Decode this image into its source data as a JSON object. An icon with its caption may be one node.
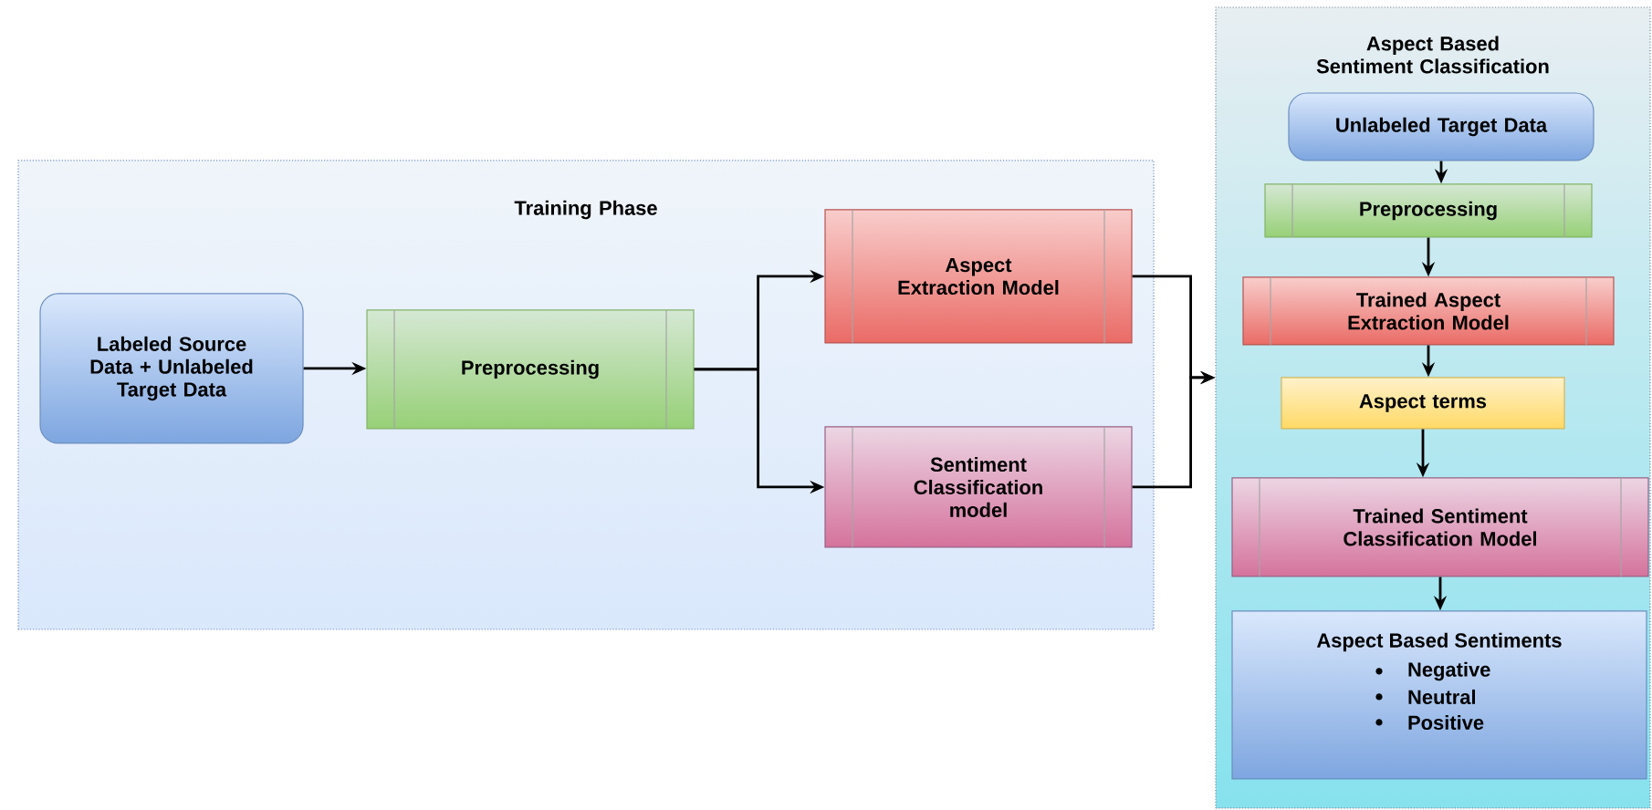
{
  "diagram": {
    "nodes": [
      {
        "text": [
          "Training Phase"
        ]
      },
      {
        "text": [
          "Labeled Source Data + Unlabeled Target Data"
        ],
        "in": 0
      },
      {
        "text": [
          "Preprocessing"
        ],
        "in": 0
      },
      {
        "text": [
          "Aspect Extraction Model"
        ],
        "in": 0
      },
      {
        "text": [
          "Sentiment Classification model"
        ],
        "in": 0
      },
      {
        "text": [
          "Aspect Based Sentiment Classification"
        ]
      },
      {
        "text": [
          "Unlabeled Target Data"
        ],
        "in": 5
      },
      {
        "text": [
          "Preprocessing"
        ],
        "in": 5
      },
      {
        "text": [
          "Trained Aspect Extraction Model"
        ],
        "in": 5
      },
      {
        "text": [
          "Aspect terms"
        ],
        "in": 5
      },
      {
        "text": [
          "Trained Sentiment Classification Model"
        ],
        "in": 5
      },
      {
        "text": [
          "Aspect Based Sentiments",
          "Negative",
          "Neutral",
          "Positive"
        ],
        "in": 5
      }
    ],
    "edges": [
      {
        "from": 1,
        "to": 2,
        "arrow": "to"
      },
      {
        "from": 2,
        "to": 3,
        "arrow": "to"
      },
      {
        "from": 2,
        "to": 4,
        "arrow": "to"
      },
      {
        "from": 3,
        "to": 5,
        "arrow": "to"
      },
      {
        "from": 4,
        "to": 5,
        "arrow": "to"
      },
      {
        "from": 6,
        "to": 7,
        "arrow": "to"
      },
      {
        "from": 7,
        "to": 8,
        "arrow": "to"
      },
      {
        "from": 8,
        "to": 9,
        "arrow": "to"
      },
      {
        "from": 9,
        "to": 10,
        "arrow": "to"
      },
      {
        "from": 10,
        "to": 11,
        "arrow": "to"
      }
    ]
  }
}
